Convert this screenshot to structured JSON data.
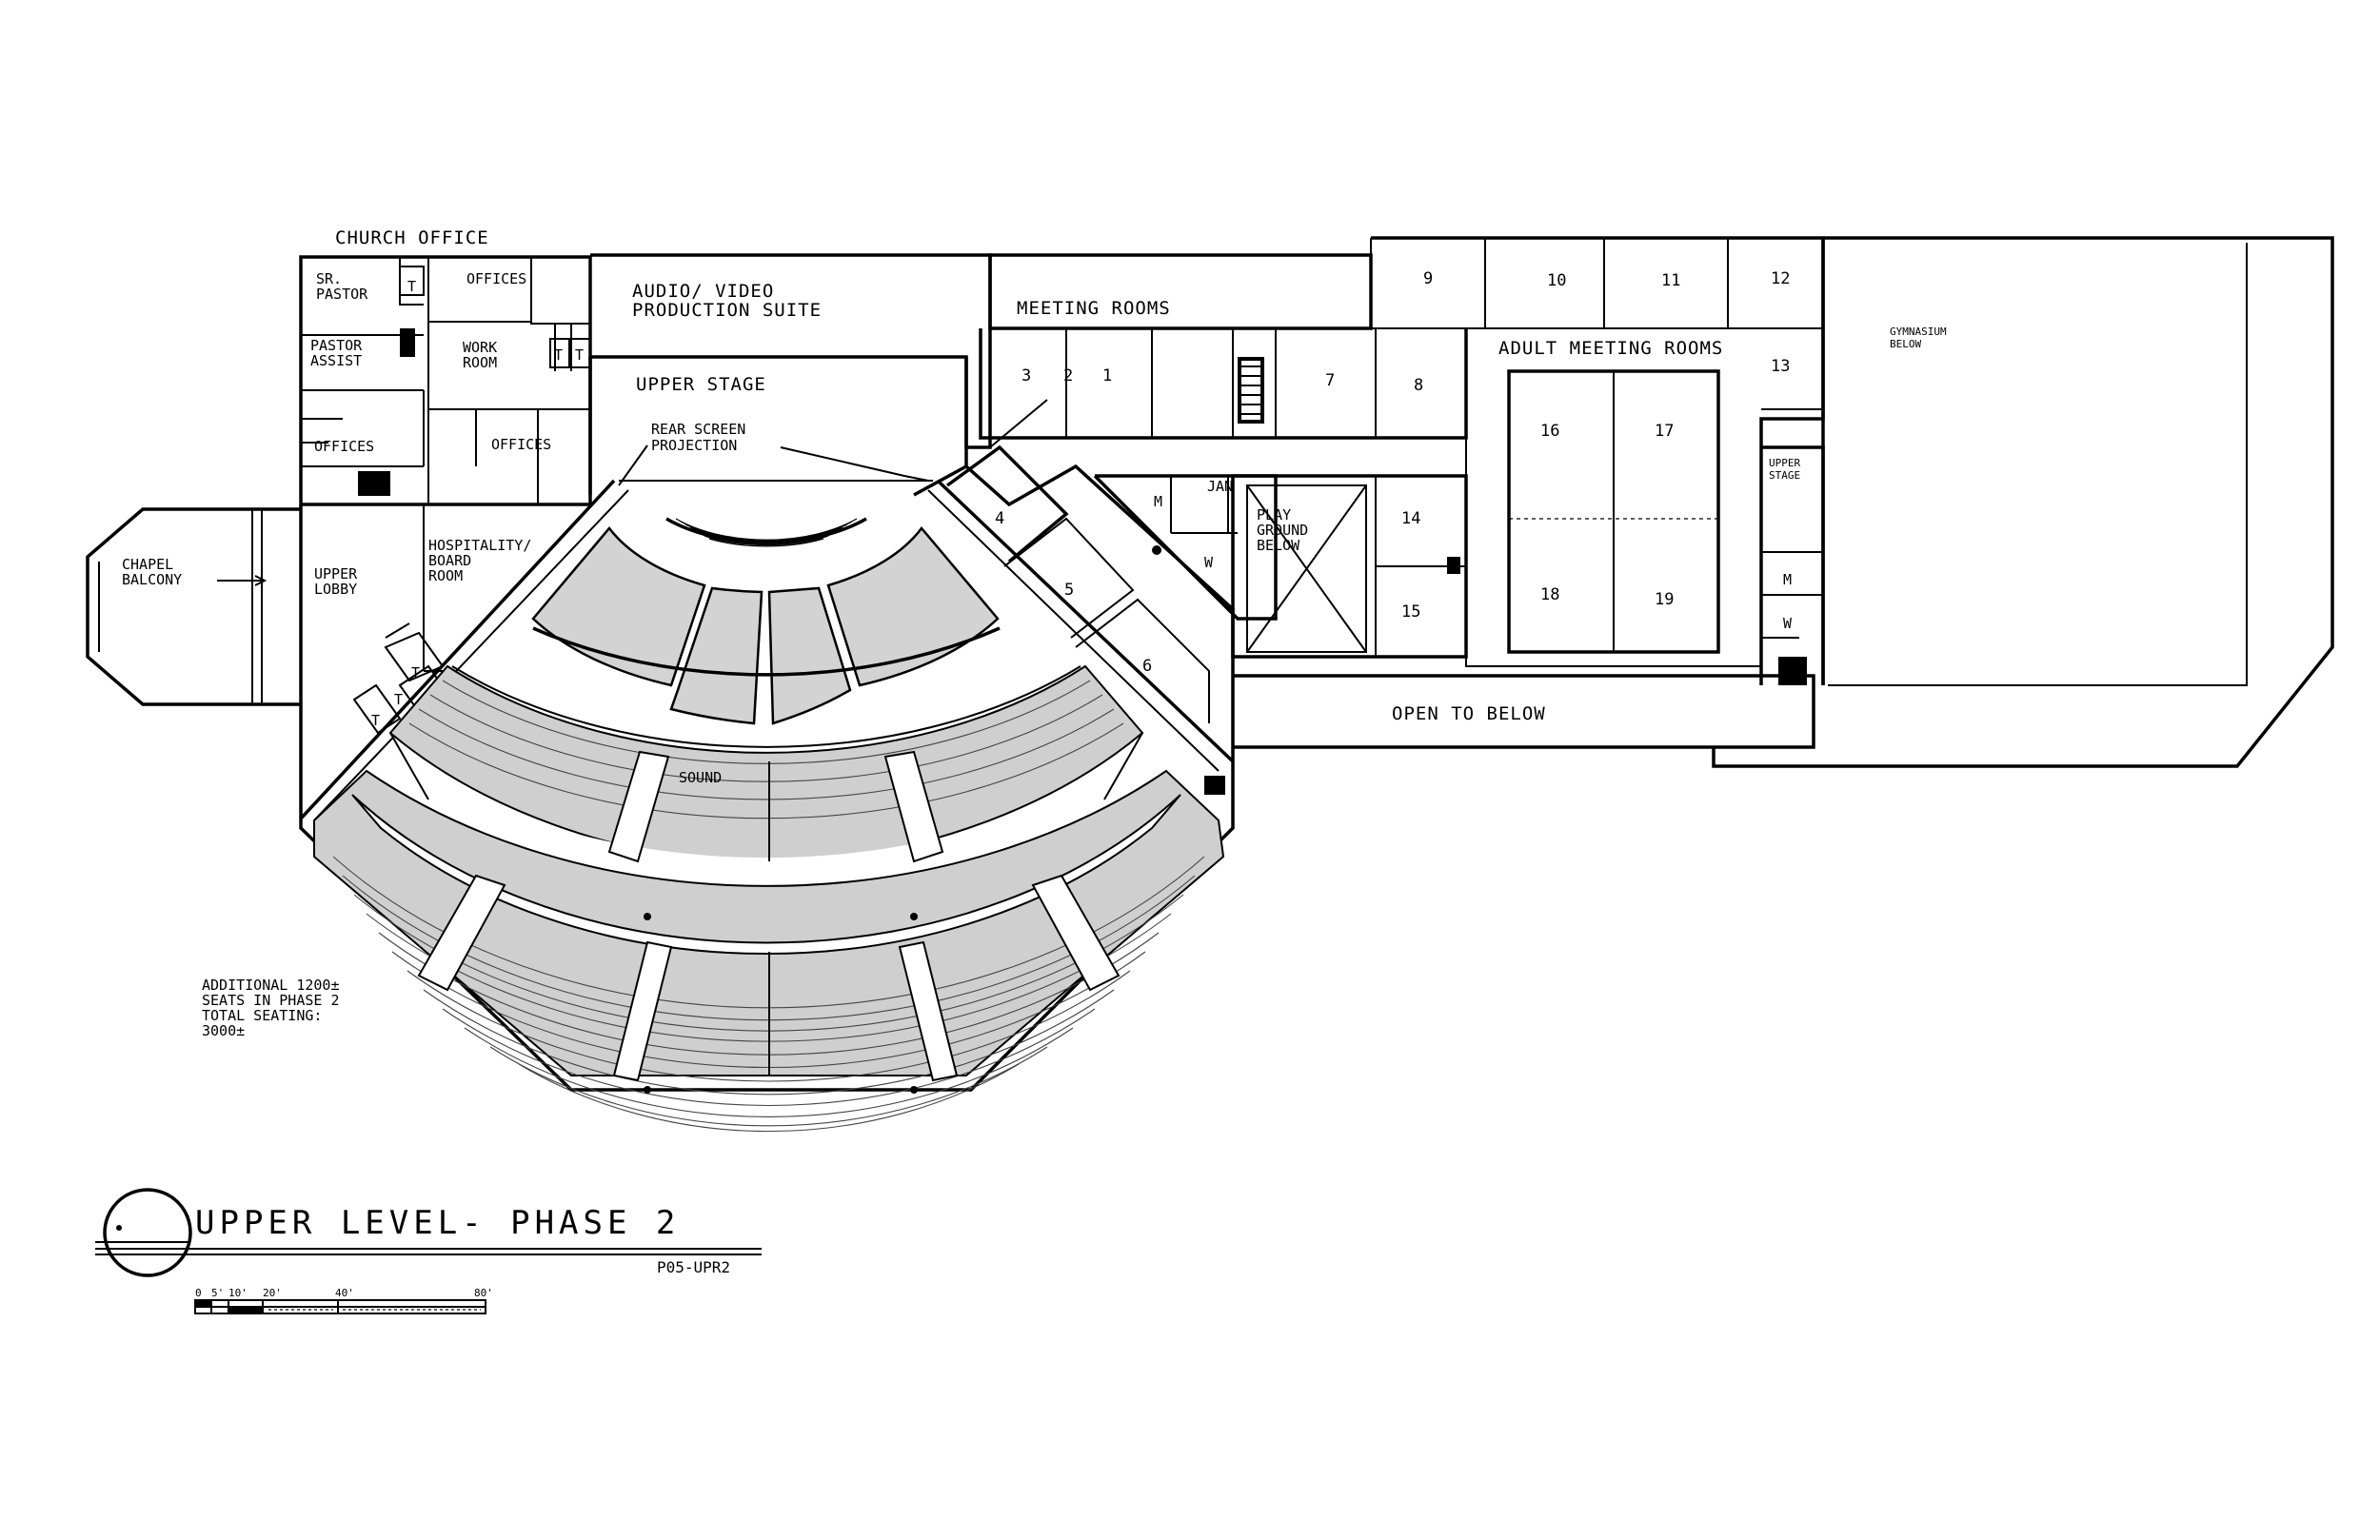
{
  "drawing": {
    "title": "UPPER LEVEL- PHASE 2",
    "reference": "P05-UPR2",
    "note_lines": [
      "ADDITIONAL 1200±",
      "SEATS IN PHASE 2",
      "TOTAL SEATING:",
      "3000±"
    ],
    "scale_ticks": [
      "0",
      "5'",
      "10'",
      "20'",
      "40'",
      "80'"
    ]
  },
  "labels": {
    "church_office": "CHURCH OFFICE",
    "sr_pastor_1": "SR.",
    "sr_pastor_2": "PASTOR",
    "offices_top": "OFFICES",
    "pastor_assist_1": "PASTOR",
    "pastor_assist_2": "ASSIST",
    "work_room_1": "WORK",
    "work_room_2": "ROOM",
    "offices_left": "OFFICES",
    "offices_mid": "OFFICES",
    "audio_video_1": "AUDIO/ VIDEO",
    "audio_video_2": "PRODUCTION SUITE",
    "upper_stage": "UPPER STAGE",
    "rear_screen_1": "REAR SCREEN",
    "rear_screen_2": "PROJECTION",
    "chapel_balcony_1": "CHAPEL",
    "chapel_balcony_2": "BALCONY",
    "upper_lobby_1": "UPPER",
    "upper_lobby_2": "LOBBY",
    "hospitality_1": "HOSPITALITY/",
    "hospitality_2": "BOARD",
    "hospitality_3": "ROOM",
    "sound": "SOUND",
    "meeting_rooms": "MEETING ROOMS",
    "adult_meeting_rooms": "ADULT MEETING ROOMS",
    "play_ground_1": "PLAY",
    "play_ground_2": "GROUND",
    "play_ground_3": "BELOW",
    "open_to_below": "OPEN TO BELOW",
    "gymnasium_1": "GYMNASIUM",
    "gymnasium_2": "BELOW",
    "upper_stage_right_1": "UPPER",
    "upper_stage_right_2": "STAGE",
    "jan": "JAN",
    "toilet": "T",
    "men": "M",
    "women": "W"
  },
  "room_numbers": {
    "r1": "1",
    "r2": "2",
    "r3": "3",
    "r4": "4",
    "r5": "5",
    "r6": "6",
    "r7": "7",
    "r8": "8",
    "r9": "9",
    "r10": "10",
    "r11": "11",
    "r12": "12",
    "r13": "13",
    "r14": "14",
    "r15": "15",
    "r16": "16",
    "r17": "17",
    "r18": "18",
    "r19": "19"
  }
}
